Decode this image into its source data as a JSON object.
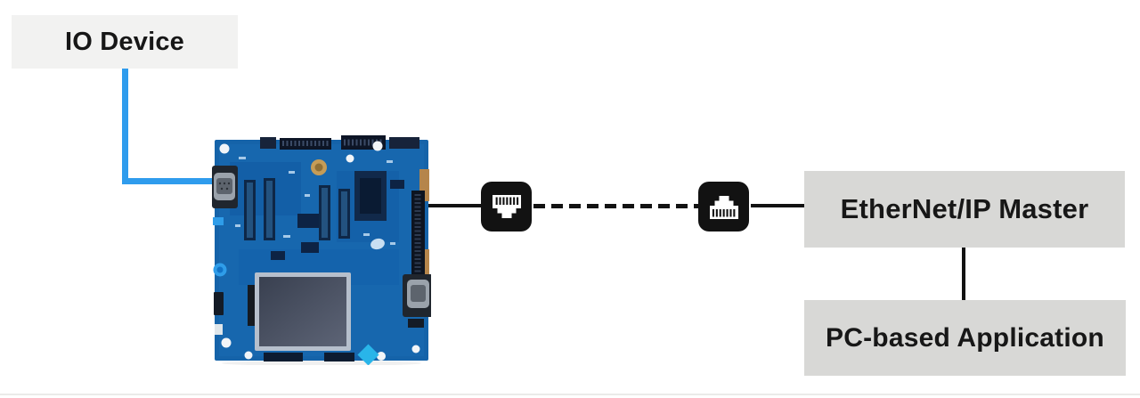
{
  "nodes": {
    "io_device": {
      "label": "IO Device"
    },
    "ethernet_master": {
      "label": "EtherNet/IP Master"
    },
    "pc_application": {
      "label": "PC-based Application"
    }
  },
  "icons": {
    "rj45_left": "rj45-ethernet-port",
    "rj45_right": "rj45-ethernet-port-flipped",
    "board": "dev-board-photo"
  },
  "connections": {
    "io_to_board": "blue-elbow-line",
    "board_to_jack": "solid-line",
    "jack_to_jack": "dashed-line",
    "jack_to_master": "solid-line",
    "master_to_pc": "solid-vertical-line"
  },
  "colors": {
    "io_line_blue": "#2f9ced",
    "line_black": "#121212",
    "node_gray": "#d8d8d6",
    "io_box_gray": "#f2f2f1",
    "pcb_blue": "#1765ad",
    "divider_gray": "#ebebe9"
  }
}
